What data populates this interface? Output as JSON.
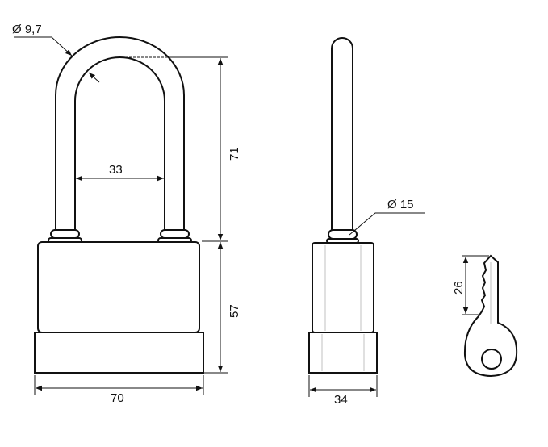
{
  "dimensions": {
    "shackle_diameter": "Ø 9,7",
    "shackle_height": "71",
    "shackle_inner_width": "33",
    "body_height": "57",
    "body_width": "70",
    "body_depth": "34",
    "ring_diameter": "Ø 15",
    "key_blade_length": "26"
  }
}
